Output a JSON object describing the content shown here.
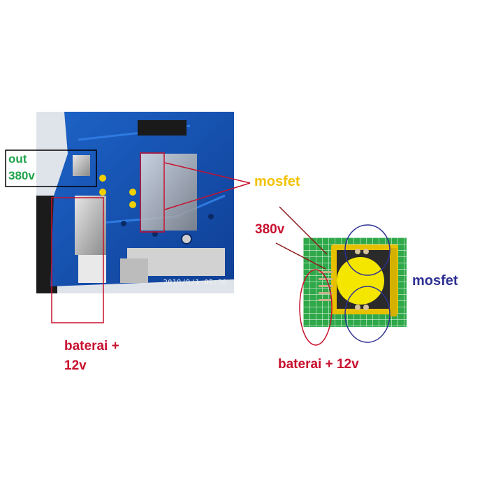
{
  "pcb_photo": {
    "timestamp": "2019/9/1 05:38"
  },
  "labels": {
    "out_line1": "out",
    "out_line2": "380v",
    "mosfet_pcb": "mosfet",
    "baterai_line1": "baterai +",
    "baterai_line2": "12v",
    "v380": "380v",
    "mosfet_xfmr": "mosfet",
    "baterai_xfmr": "baterai + 12v"
  },
  "colors": {
    "green_label": "#1fa34a",
    "yellow_label": "#f2c200",
    "red_label": "#c8102e",
    "blue_label": "#2e3192"
  }
}
